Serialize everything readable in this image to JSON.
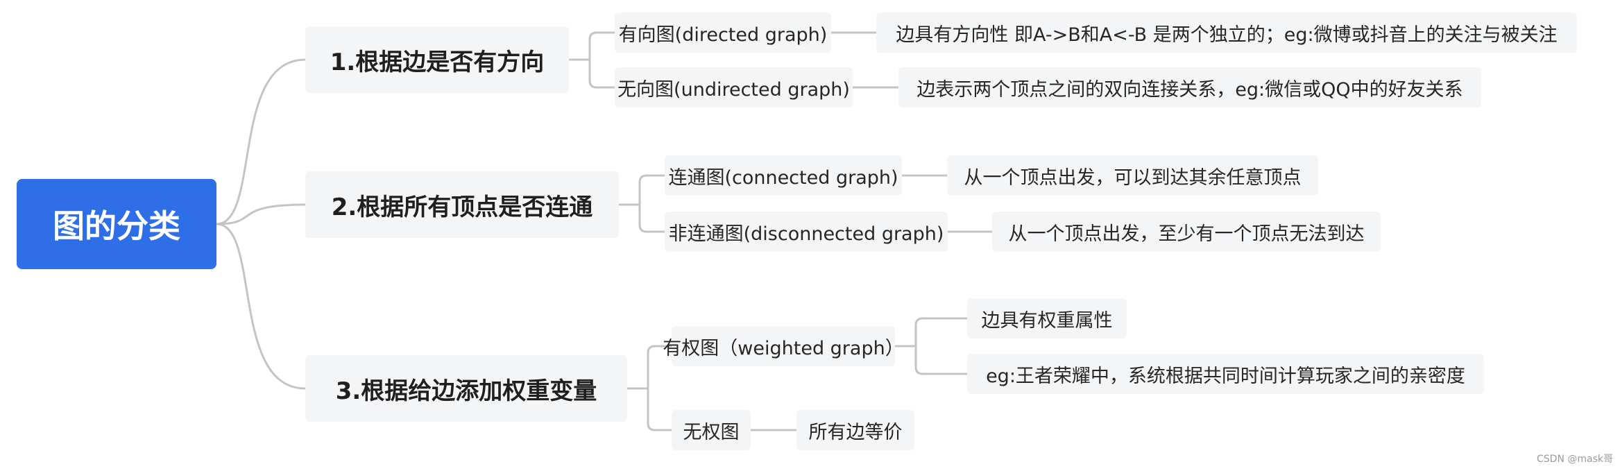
{
  "colors": {
    "root_fill": "#2e6fe8",
    "node_fill": "#f4f5f7",
    "link": "#c4c4c4"
  },
  "root": {
    "label": "图的分类"
  },
  "branches": [
    {
      "label": "1.根据边是否有方向",
      "children": [
        {
          "label": "有向图(directed graph)",
          "notes": [
            "边具有方向性   即A->B和A<-B 是两个独立的；eg:微博或抖音上的关注与被关注"
          ]
        },
        {
          "label": "无向图(undirected graph)",
          "notes": [
            "边表示两个顶点之间的双向连接关系，eg:微信或QQ中的好友关系"
          ]
        }
      ]
    },
    {
      "label": "2.根据所有顶点是否连通",
      "children": [
        {
          "label": "连通图(connected graph)",
          "notes": [
            "从一个顶点出发，可以到达其余任意顶点"
          ]
        },
        {
          "label": "非连通图(disconnected graph)",
          "notes": [
            "从一个顶点出发，至少有一个顶点无法到达"
          ]
        }
      ]
    },
    {
      "label": "3.根据给边添加权重变量",
      "children": [
        {
          "label": "有权图（weighted graph）",
          "notes": [
            "边具有权重属性",
            "eg:王者荣耀中，系统根据共同时间计算玩家之间的亲密度"
          ]
        },
        {
          "label": "无权图",
          "notes": [
            "所有边等价"
          ]
        }
      ]
    }
  ],
  "watermark": "CSDN @mask哥"
}
